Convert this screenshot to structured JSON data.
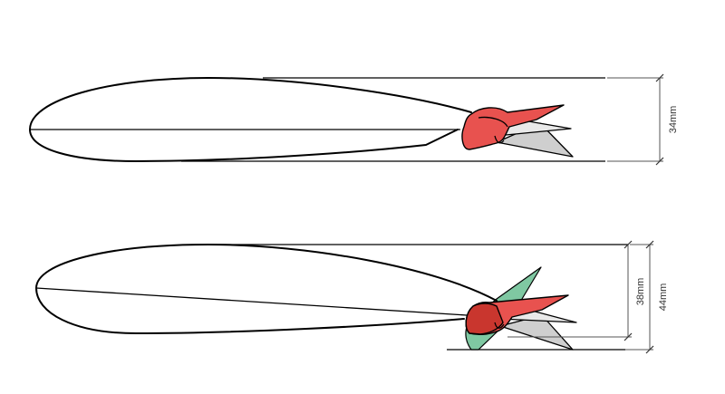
{
  "dimensions": {
    "top_thickness": "34mm",
    "bottom_inner_thickness": "38mm",
    "bottom_outer_thickness": "44mm"
  },
  "colors": {
    "flap_red": "#e8524f",
    "flap_red_dark": "#c9362e",
    "flap_grey": "#cfcfcf",
    "flap_green": "#7fc8a2",
    "outline": "#000000"
  }
}
